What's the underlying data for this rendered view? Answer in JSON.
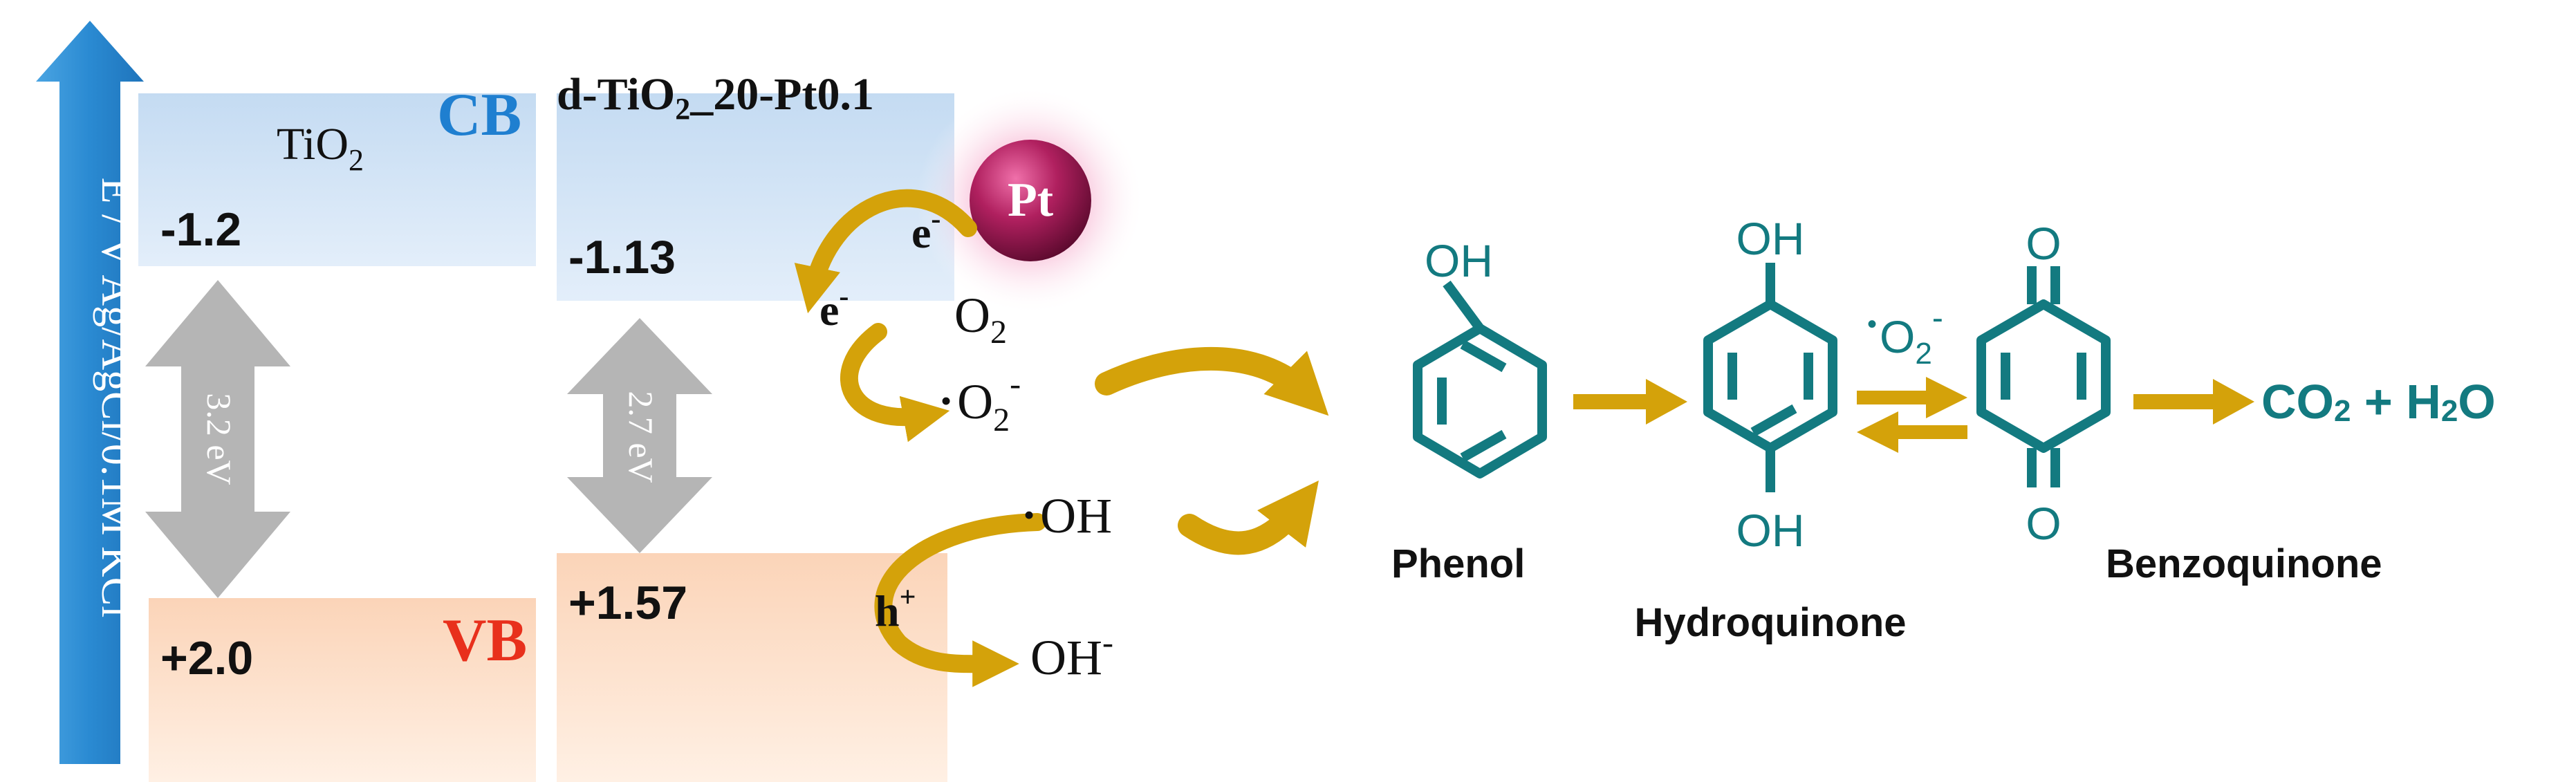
{
  "axis": {
    "label": "E / V Ag/AgCl/0.1M KCl"
  },
  "bands": {
    "cb_label": "CB",
    "vb_label": "VB",
    "cb_color": "#1f7fd0",
    "vb_color": "#e8301c"
  },
  "tio2": {
    "name_main": "TiO",
    "name_sub": "2",
    "cb_value": "-1.2",
    "vb_value": "+2.0",
    "gap_label": "3.2 eV"
  },
  "dtio2": {
    "name_prefix": "d-TiO",
    "name_sub": "2",
    "name_suffix": "_20-Pt0.1",
    "cb_value": "-1.13",
    "vb_value": "+1.57",
    "gap_label": "2.7 eV"
  },
  "pt": {
    "label": "Pt"
  },
  "species": {
    "e1_main": "e",
    "e1_sup": "-",
    "e2_main": "e",
    "e2_sup": "-",
    "o2_main": "O",
    "o2_sub": "2",
    "superoxide_dot": "•",
    "superoxide_main": "O",
    "superoxide_sub": "2",
    "superoxide_sup": "-",
    "hole_main": "h",
    "hole_sup": "+",
    "oh_radical_dot": "•",
    "oh_radical": "OH",
    "hydroxide_main": "OH",
    "hydroxide_sup": "-"
  },
  "molecules": {
    "phenol_oh": "OH",
    "phenol_name": "Phenol",
    "hq_oh_top": "OH",
    "hq_oh_bottom": "OH",
    "hq_name": "Hydroquinone",
    "bq_o_top": "O",
    "bq_o_bottom": "O",
    "bq_name": "Benzoquinone",
    "radical_dot": "•",
    "radical_main": "O",
    "radical_sub": "2",
    "radical_sup": "-",
    "product_co": "CO",
    "product_sub1": "2",
    "product_plus": " + H",
    "product_sub2": "2",
    "product_o": "O"
  },
  "colors": {
    "teal": "#137a80",
    "gold": "#d4a20a",
    "arrow_blue": "#2f8fd4",
    "gap_gray": "#b5b5b5",
    "cb_fill": "#c5dcf3",
    "vb_fill": "#fcd8c0",
    "pt_pink": "#b0205f"
  }
}
